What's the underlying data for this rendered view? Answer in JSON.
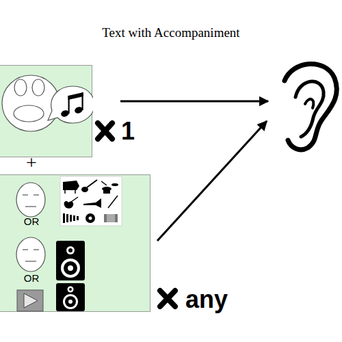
{
  "diagram": {
    "title": "Text with Accompaniment",
    "nodes": [
      {
        "text": [
          "1"
        ]
      },
      {
        "text": [
          "OR",
          "OR",
          "any"
        ]
      }
    ],
    "labels": [
      "+"
    ]
  }
}
